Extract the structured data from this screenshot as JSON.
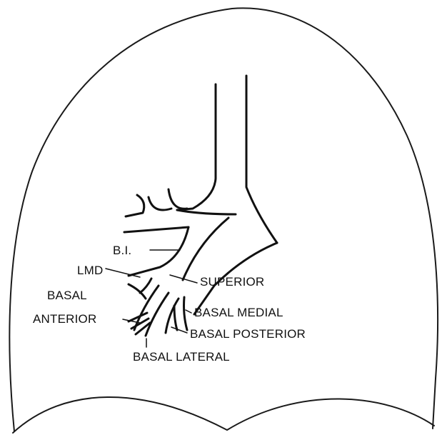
{
  "labels": {
    "bi": "B.I.",
    "lmd": "LMD",
    "basal_anterior_line1": "BASAL",
    "basal_anterior_line2": "ANTERIOR",
    "superior": "SUPERIOR",
    "basal_medial": "BASAL MEDIAL",
    "basal_posterior": "BASAL POSTERIOR",
    "basal_lateral": "BASAL LATERAL"
  }
}
